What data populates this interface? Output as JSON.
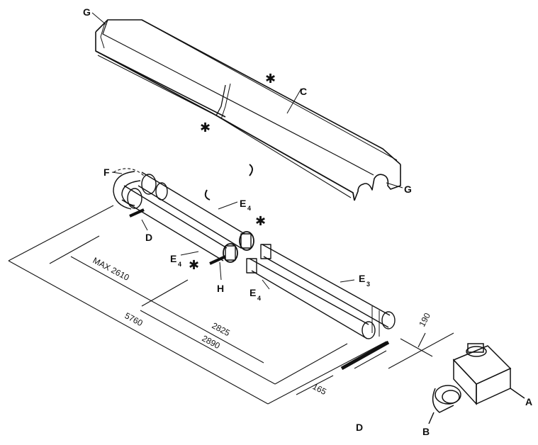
{
  "labels": {
    "g_left": "G",
    "g_right": "G",
    "c": "C",
    "f": "F",
    "e4_top": "E",
    "e4_top_sub": "4",
    "e4_mid": "E",
    "e4_mid_sub": "4",
    "e4_low": "E",
    "e4_low_sub": "4",
    "e3": "E",
    "e3_sub": "3",
    "d_left": "D",
    "d_bottom": "D",
    "h": "H",
    "a": "A",
    "b": "B"
  },
  "dimensions": {
    "max_2610": "MAX 2610",
    "d_5760": "5760",
    "d_2825": "2825",
    "d_2890": "2890",
    "d_165": "165",
    "d_190": "190"
  },
  "markers": {
    "asterisk": "✱"
  }
}
